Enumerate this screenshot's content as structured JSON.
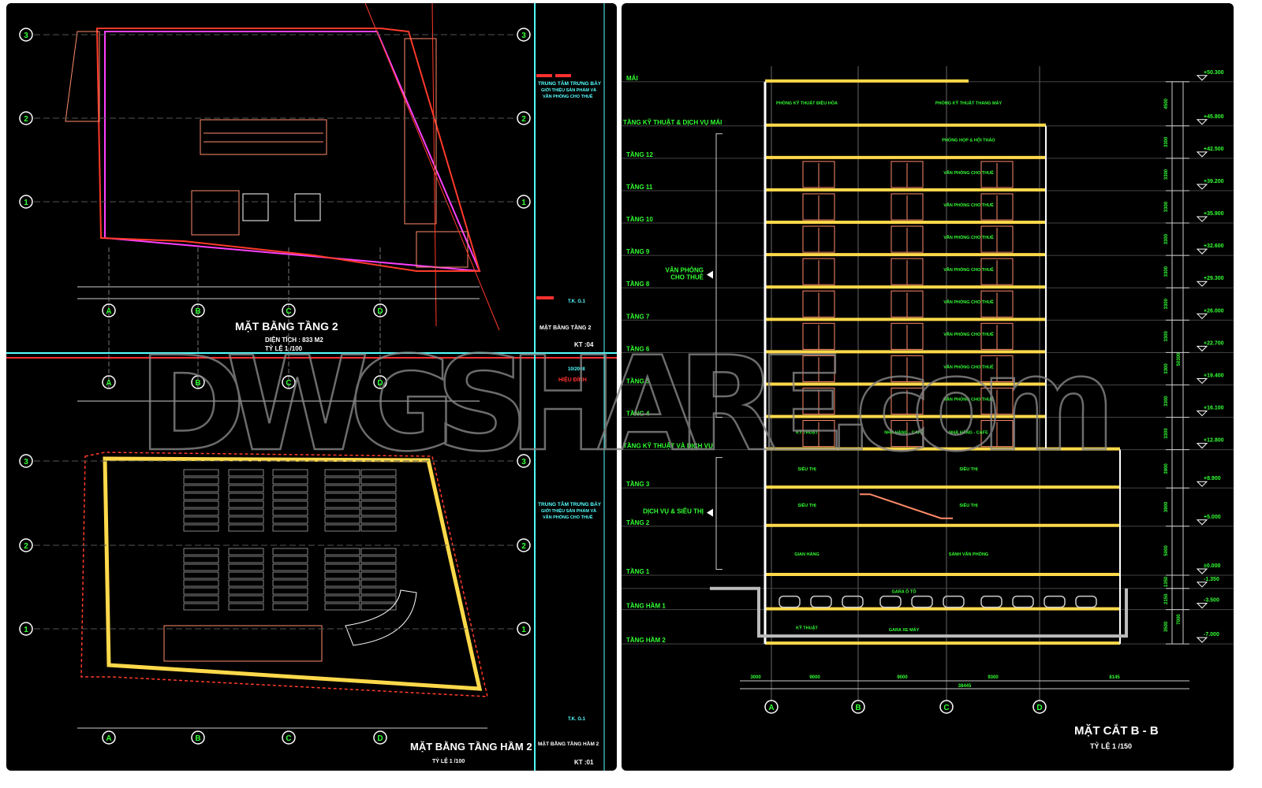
{
  "watermark": "DWGSHARE.com",
  "colors": {
    "background": "#000000",
    "grid_text": "#33ff33",
    "slab": "#ffd94a",
    "wall": "#ff8c6a",
    "outline_red": "#ff3a2a",
    "outline_magenta": "#ff40ff",
    "frame_cyan": "#55ffff"
  },
  "plan_top": {
    "title": "MẶT BẰNG TẦNG 2",
    "area": "DIỆN TÍCH : 833 M2",
    "scale": "TỶ LỆ 1 /100",
    "grid_rows": [
      "3",
      "2",
      "1"
    ],
    "grid_cols": [
      "A",
      "B",
      "C",
      "D"
    ]
  },
  "plan_bottom": {
    "title": "MẶT BẰNG TẦNG HẦM 2",
    "scale": "TỶ LỆ 1 /100",
    "grid_rows": [
      "3",
      "2",
      "1"
    ],
    "grid_cols": [
      "A",
      "B",
      "C",
      "D"
    ]
  },
  "title_block": {
    "project": [
      "TRUNG TÂM TRƯNG BÀY",
      "GIỚI THIỆU SẢN PHẨM VÀ",
      "VĂN PHÒNG CHO THUÊ"
    ],
    "designer": "T.K. G.1",
    "sheet_top_name": "MẶT BẰNG TẦNG 2",
    "sheet_top_no": "KT :04",
    "date": "10/2008",
    "checked": "HIỆU ĐÍNH",
    "sheet_bottom_name": "MẶT BẰNG TẦNG HẦM 2",
    "sheet_bottom_no": "KT :01"
  },
  "section": {
    "title": "MẶT CẮT  B - B",
    "scale": "TỶ LỆ 1 /150",
    "floors": [
      {
        "label": "MÁI",
        "elevation": "+50.300",
        "elev": 50.3
      },
      {
        "label": "TẦNG KỸ THUẬT & DỊCH VỤ MÁI",
        "elevation": "+45.800",
        "elev": 45.8
      },
      {
        "label": "TẦNG 12",
        "elevation": "+42.500",
        "elev": 42.5
      },
      {
        "label": "TẦNG 11",
        "elevation": "+39.200",
        "elev": 39.2
      },
      {
        "label": "TẦNG 10",
        "elevation": "+35.900",
        "elev": 35.9
      },
      {
        "label": "TẦNG 9",
        "elevation": "+32.600",
        "elev": 32.6
      },
      {
        "label": "TẦNG 8",
        "elevation": "+29.300",
        "elev": 29.3
      },
      {
        "label": "TẦNG 7",
        "elevation": "+26.000",
        "elev": 26.0
      },
      {
        "label": "TẦNG 6",
        "elevation": "+22.700",
        "elev": 22.7
      },
      {
        "label": "TẦNG 5",
        "elevation": "+19.400",
        "elev": 19.4
      },
      {
        "label": "TẦNG 4",
        "elevation": "+16.100",
        "elev": 16.1
      },
      {
        "label": "TẦNG KỸ THUẬT VÀ DỊCH VỤ",
        "elevation": "+12.800",
        "elev": 12.8
      },
      {
        "label": "TẦNG 3",
        "elevation": "+8.900",
        "elev": 8.9
      },
      {
        "label": "TẦNG 2",
        "elevation": "+5.000",
        "elev": 5.0
      },
      {
        "label": "TẦNG 1",
        "elevation": "±0.000",
        "elev": 0
      },
      {
        "label": "",
        "elevation": "-1.350",
        "elev": -1.35
      },
      {
        "label": "TẦNG HẦM 1",
        "elevation": "-3.500",
        "elev": -3.5
      },
      {
        "label": "TẦNG HẦM 2",
        "elevation": "-7.000",
        "elev": -7.0
      }
    ],
    "groups": [
      {
        "label": [
          "VĂN PHÒNG",
          "CHO THUÊ"
        ],
        "from": 16.1,
        "to": 45.0
      },
      {
        "label": [
          "DỊCH VỤ & SIÊU THỊ"
        ],
        "from": 0.6,
        "to": 12.0
      }
    ],
    "story_dims": [
      "4500",
      "3300",
      "3300",
      "3300",
      "3300",
      "3300",
      "3300",
      "3300",
      "3300",
      "3300",
      "3300",
      "3900",
      "3900",
      "5000",
      "1350",
      "2150",
      "3500"
    ],
    "total_dims": [
      "50300",
      "7000"
    ],
    "axis_dims": [
      "3000",
      "9000",
      "9000",
      "9300",
      "8145"
    ],
    "axis_total": "38445",
    "axes": [
      "A",
      "B",
      "C",
      "D"
    ],
    "rooms": [
      {
        "text": "PHÒNG KỸ THUẬT ĐIỀU HÒA",
        "elev": 48.0,
        "col": 0
      },
      {
        "text": "PHÒNG KỸ THUẬT THANG MÁY",
        "elev": 48.0,
        "col": 2
      },
      {
        "text": "PHÒNG HỌP & HỘI THẢO",
        "elev": 44.2,
        "col": 2
      },
      {
        "text": "VĂN PHÒNG CHO THUÊ",
        "elev": 40.9,
        "col": 2
      },
      {
        "text": "VĂN PHÒNG CHO THUÊ",
        "elev": 37.6,
        "col": 2
      },
      {
        "text": "VĂN PHÒNG CHO THUÊ",
        "elev": 34.3,
        "col": 2
      },
      {
        "text": "VĂN PHÒNG CHO THUÊ",
        "elev": 31.0,
        "col": 2
      },
      {
        "text": "VĂN PHÒNG CHO THUÊ",
        "elev": 27.7,
        "col": 2
      },
      {
        "text": "VĂN PHÒNG CHO THUÊ",
        "elev": 24.4,
        "col": 2
      },
      {
        "text": "VĂN PHÒNG CHO THUÊ",
        "elev": 21.1,
        "col": 2
      },
      {
        "text": "VĂN PHÒNG CHO THUÊ",
        "elev": 17.8,
        "col": 2
      },
      {
        "text": "KỸ THUẬT",
        "elev": 14.4,
        "col": 0
      },
      {
        "text": "NHÀ HÀNG - CAFE",
        "elev": 14.4,
        "col": 1
      },
      {
        "text": "NHÀ HÀNG - CAFE",
        "elev": 14.4,
        "col": 2
      },
      {
        "text": "SIÊU THỊ",
        "elev": 10.7,
        "col": 0
      },
      {
        "text": "SIÊU THỊ",
        "elev": 10.7,
        "col": 2
      },
      {
        "text": "SIÊU THỊ",
        "elev": 7.0,
        "col": 0
      },
      {
        "text": "SIÊU THỊ",
        "elev": 7.0,
        "col": 2
      },
      {
        "text": "GIAN HÀNG",
        "elev": 2.0,
        "col": 0
      },
      {
        "text": "SẢNH VĂN PHÒNG",
        "elev": 2.0,
        "col": 2
      },
      {
        "text": "GARA Ô TÔ",
        "elev": -1.8,
        "col": 1
      },
      {
        "text": "KỸ THUẬT",
        "elev": -5.5,
        "col": 0
      },
      {
        "text": "GARA XE MÁY",
        "elev": -5.7,
        "col": 1
      }
    ]
  }
}
